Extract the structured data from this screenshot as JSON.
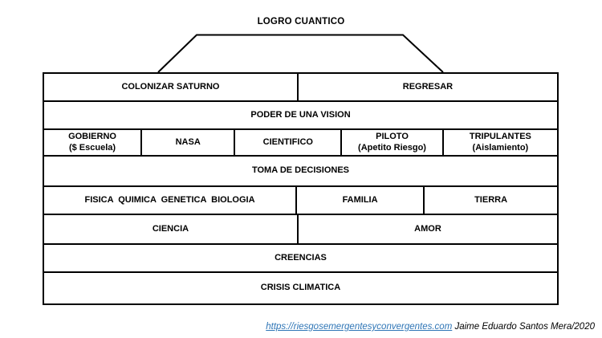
{
  "title": "LOGRO CUANTICO",
  "colors": {
    "border": "#000000",
    "text": "#000000",
    "link_blue": "#2E75B6"
  },
  "pyramid": {
    "rows": [
      {
        "height": 35,
        "cells": [
          {
            "label": "COLONIZAR SATURNO",
            "width": 49.6
          },
          {
            "label": "REGRESAR",
            "width": 50.4
          }
        ]
      },
      {
        "height": 35,
        "cells": [
          {
            "label": "PODER DE UNA VISION",
            "width": 100
          }
        ]
      },
      {
        "height": 33,
        "cells": [
          {
            "label": "GOBIERNO",
            "sublabel": "($ Escuela)",
            "width": 19.1
          },
          {
            "label": "NASA",
            "width": 18.2
          },
          {
            "label": "CIENTIFICO",
            "width": 20.8
          },
          {
            "label": "PILOTO",
            "sublabel": "(Apetito Riesgo)",
            "width": 19.8
          },
          {
            "label": "TRIPULANTES",
            "sublabel": "(Aislamiento)",
            "width": 22.1
          }
        ]
      },
      {
        "height": 38,
        "cells": [
          {
            "label": "TOMA DE DECISIONES",
            "width": 100
          }
        ]
      },
      {
        "height": 35,
        "cells": [
          {
            "label": "FISICA  QUIMICA  GENETICA  BIOLOGIA",
            "width": 49.3
          },
          {
            "label": "FAMILIA",
            "width": 24.9
          },
          {
            "label": "TIERRA",
            "width": 25.8
          }
        ]
      },
      {
        "height": 37,
        "cells": [
          {
            "label": "CIENCIA",
            "width": 49.6
          },
          {
            "label": "AMOR",
            "width": 50.4
          }
        ]
      },
      {
        "height": 35,
        "cells": [
          {
            "label": "CREENCIAS",
            "width": 100
          }
        ]
      },
      {
        "height": 38,
        "cells": [
          {
            "label": "CRISIS CLIMATICA",
            "width": 100
          }
        ]
      }
    ]
  },
  "footer": {
    "link": "https://riesgosemergentesyconvergentes.com",
    "credit": " Jaime Eduardo Santos Mera/2020"
  }
}
